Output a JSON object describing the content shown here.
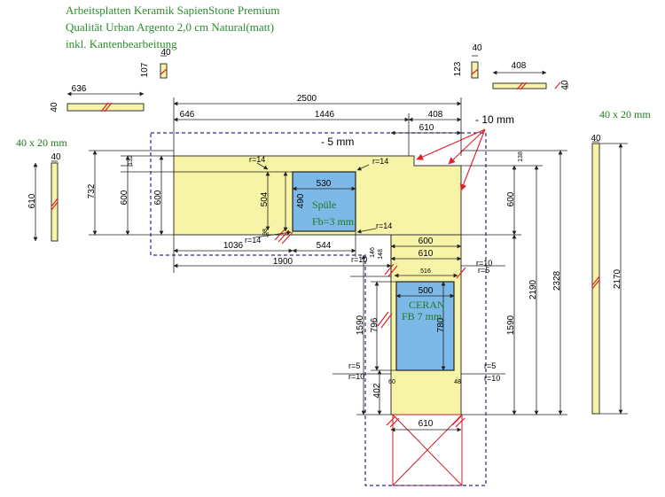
{
  "header": {
    "line1": "Arbeitsplatten Keramik SapienStone Premium",
    "line2": "Qualität Urban Argento 2,0 cm Natural(matt)",
    "line3": "inkl. Kantenbearbeitung"
  },
  "labels": {
    "edge_left": "40 x 20 mm",
    "edge_right": "40 x 20 mm",
    "minus10": "- 10 mm",
    "minus5": "- 5 mm",
    "sink": "Spüle",
    "sink_fb": "Fb=3 mm",
    "hob": "CERAN",
    "hob_fb": "FB 7 mm"
  },
  "dims": {
    "d2500": "2500",
    "d646": "646",
    "d1446": "1446",
    "d408": "408",
    "d610": "610",
    "d636": "636",
    "d40": "40",
    "d107": "107",
    "d123": "123",
    "d732": "732",
    "d600": "600",
    "d132": "132",
    "d504": "504",
    "d530": "530",
    "d490": "490",
    "d98": "98",
    "d1036": "1036",
    "d544": "544",
    "d1900": "1900",
    "d516": "516",
    "d500": "500",
    "d780": "780",
    "d796": "796",
    "d1590": "1590",
    "d402": "402",
    "d2190": "2190",
    "d2328": "2328",
    "d2170": "2170",
    "d146": "146",
    "d138": "138",
    "d148": "148",
    "d60": "60",
    "d48": "48"
  },
  "radii": {
    "r14": "r=14",
    "r10": "r=10",
    "r5": "r=5"
  },
  "colors": {
    "slab": "#f7f4a8",
    "cutout": "#7db9e8",
    "dimline": "#222222",
    "marker": "#e0202a",
    "dashed": "#2a2a9a",
    "header": "#2e8b2e"
  }
}
